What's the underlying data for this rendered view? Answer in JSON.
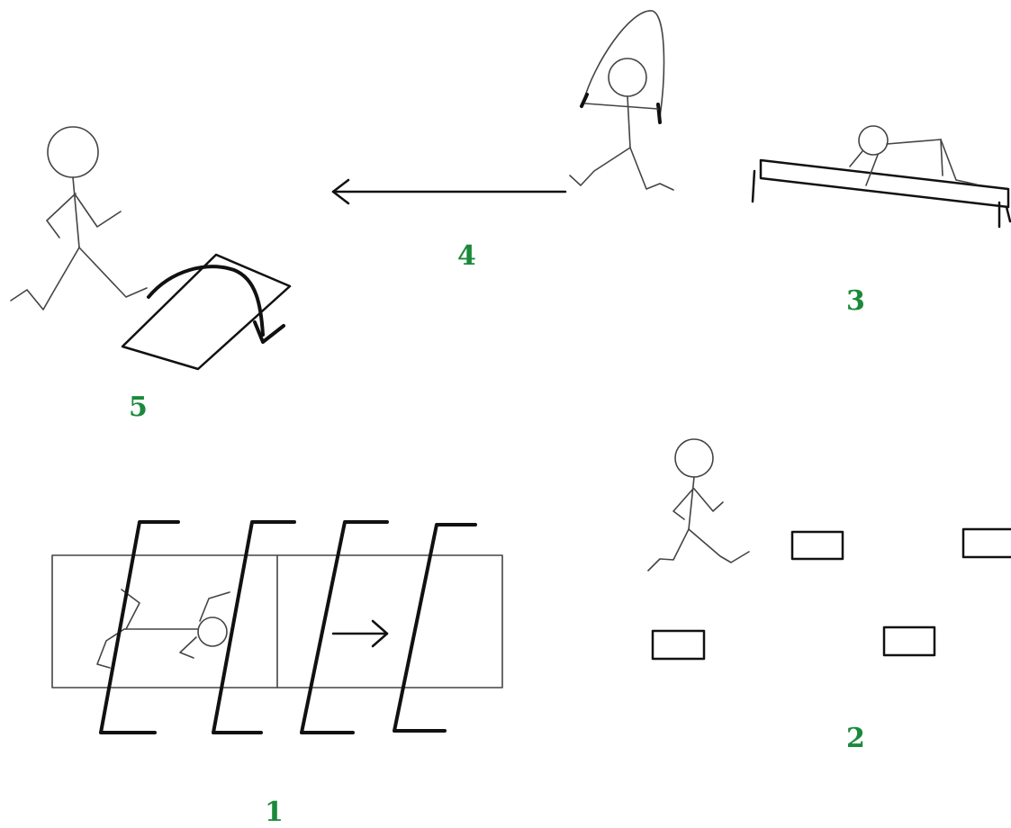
{
  "colors": {
    "label_green": "#1a8a3a",
    "line": "#111111",
    "thin_line": "#444444",
    "background": "#ffffff"
  },
  "stations": [
    {
      "id": "station-1",
      "label": "1",
      "depiction": "crawl-under-hurdles"
    },
    {
      "id": "station-2",
      "label": "2",
      "depiction": "run-between-markers"
    },
    {
      "id": "station-3",
      "label": "3",
      "depiction": "pull-along-bench"
    },
    {
      "id": "station-4",
      "label": "4",
      "depiction": "skip-rope-run"
    },
    {
      "id": "station-5",
      "label": "5",
      "depiction": "jump-over-mat"
    }
  ]
}
